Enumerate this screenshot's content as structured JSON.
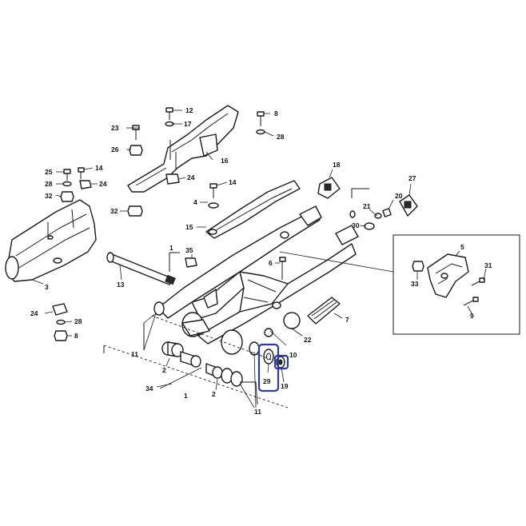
{
  "diagram": {
    "highlight_color": "#2e3a9c",
    "line_color": "#1a1a1a",
    "callouts": {
      "c12": "12",
      "c17": "17",
      "c23": "23",
      "c26": "26",
      "c16": "16",
      "c8a": "8",
      "c28a": "28",
      "c25": "25",
      "c28b": "28",
      "c32a": "32",
      "c14a": "14",
      "c24a": "24",
      "c24b": "24",
      "c4": "4",
      "c14b": "14",
      "c32b": "32",
      "c18": "18",
      "c27": "27",
      "c20": "20",
      "c21": "21",
      "c30": "30",
      "c15": "15",
      "c35": "35",
      "c6": "6",
      "c3": "3",
      "c13": "13",
      "c5": "5",
      "c31": "31",
      "c33": "33",
      "c9": "9",
      "c24c": "24",
      "c28c": "28",
      "c8b": "8",
      "c7": "7",
      "c22": "22",
      "c10": "10",
      "c11a": "11",
      "c2a": "2",
      "c34": "34",
      "c1": "1",
      "c2b": "2",
      "c11b": "11",
      "c29": "29",
      "c19": "19",
      "c1top": "1"
    }
  }
}
